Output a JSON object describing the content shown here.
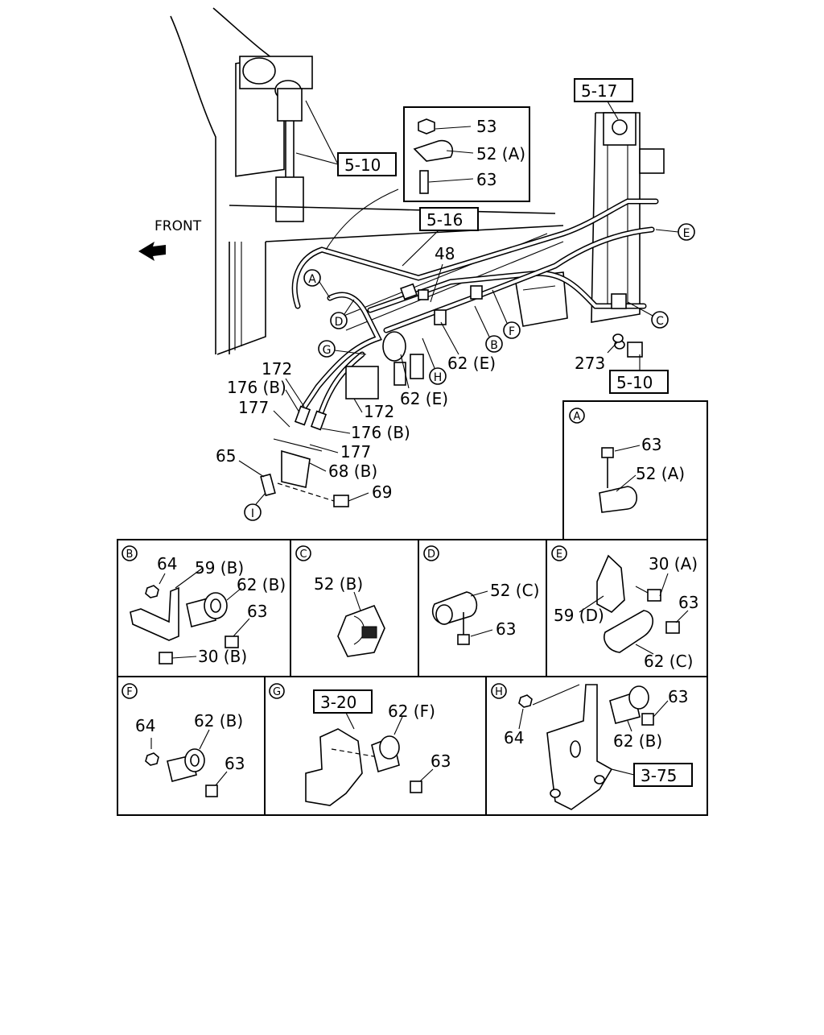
{
  "front_label": "FRONT",
  "refs": {
    "r5_17": "5-17",
    "r5_10_top": "5-10",
    "r5_16": "5-16",
    "r5_10_bottom": "5-10",
    "r3_20": "3-20",
    "r3_75": "3-75"
  },
  "main_labels": {
    "p53": "53",
    "p52a": "52 (A)",
    "p63": "63",
    "p48": "48",
    "p62e_1": "62 (E)",
    "p62e_2": "62 (E)",
    "p273": "273",
    "p172_a": "172",
    "p172_b": "172",
    "p176b_a": "176 (B)",
    "p176b_b": "176 (B)",
    "p177_a": "177",
    "p177_b": "177",
    "p65": "65",
    "p68b": "68 (B)",
    "p69": "69"
  },
  "callouts": {
    "A": "A",
    "B": "B",
    "C": "C",
    "D": "D",
    "E": "E",
    "F": "F",
    "G": "G",
    "H": "H",
    "I": "I"
  },
  "detail_A": {
    "tag": "A",
    "p63": "63",
    "p52a": "52 (A)"
  },
  "detail_B": {
    "tag": "B",
    "p64": "64",
    "p59b": "59 (B)",
    "p62b": "62 (B)",
    "p63": "63",
    "p30b": "30 (B)"
  },
  "detail_C": {
    "tag": "C",
    "p52b": "52 (B)"
  },
  "detail_D": {
    "tag": "D",
    "p52c": "52 (C)",
    "p63": "63"
  },
  "detail_E": {
    "tag": "E",
    "p30a": "30 (A)",
    "p63": "63",
    "p59d": "59 (D)",
    "p62c": "62 (C)"
  },
  "detail_F": {
    "tag": "F",
    "p64": "64",
    "p62b": "62 (B)",
    "p63": "63"
  },
  "detail_G": {
    "tag": "G",
    "p62f": "62 (F)",
    "p63": "63"
  },
  "detail_H": {
    "tag": "H",
    "p64": "64",
    "p63": "63",
    "p62b": "62 (B)"
  }
}
